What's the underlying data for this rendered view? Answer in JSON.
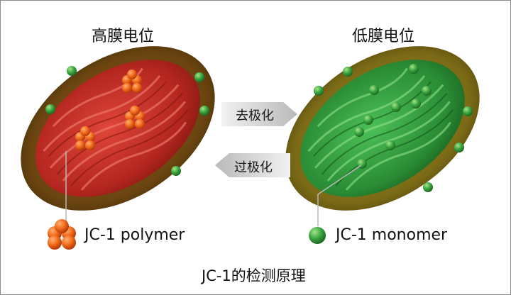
{
  "diagram": {
    "left_title": "高膜电位",
    "right_title": "低膜电位",
    "arrow_right_label": "去极化",
    "arrow_left_label": "过极化",
    "legend_left": "JC-1 polymer",
    "legend_right": "JC-1 monomer",
    "caption": "JC-1的检测原理"
  },
  "colors": {
    "polymer": "#f26a1b",
    "monomer": "#3aa640",
    "high_mito_inner": "#c0392b",
    "low_mito_inner": "#2e9a3a",
    "mito_outer": "#7a5a10",
    "arrow": "#d9d9d9"
  }
}
